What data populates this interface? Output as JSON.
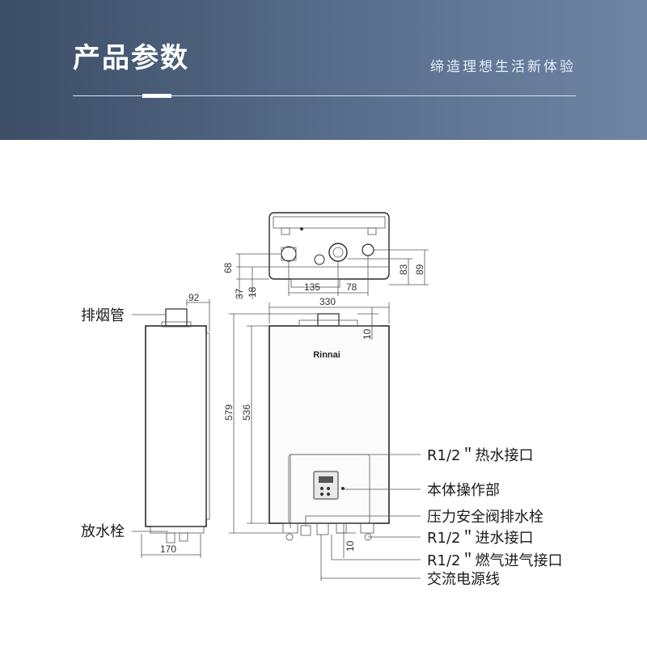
{
  "header": {
    "title": "产品参数",
    "slogan": "缔造理想生活新体验"
  },
  "brand": "Rinnai",
  "dimensions": {
    "top_68": "68",
    "top_37": "37",
    "top_18": "18",
    "top_135": "135",
    "top_78": "78",
    "top_83": "83",
    "top_89": "89",
    "side_92": "92",
    "side_170": "170",
    "front_330": "330",
    "front_10_top": "10",
    "front_579": "579",
    "front_536": "536",
    "front_10_bottom": "10"
  },
  "labels": {
    "flue_pipe": "排烟管",
    "drain_plug": "放水栓",
    "hot_water": "R1/2＂热水接口",
    "control_panel": "本体操作部",
    "relief_valve": "压力安全阀排水栓",
    "water_inlet": "R1/2＂进水接口",
    "gas_inlet": "R1/2＂燃气进气接口",
    "power_cord": "交流电源线"
  }
}
